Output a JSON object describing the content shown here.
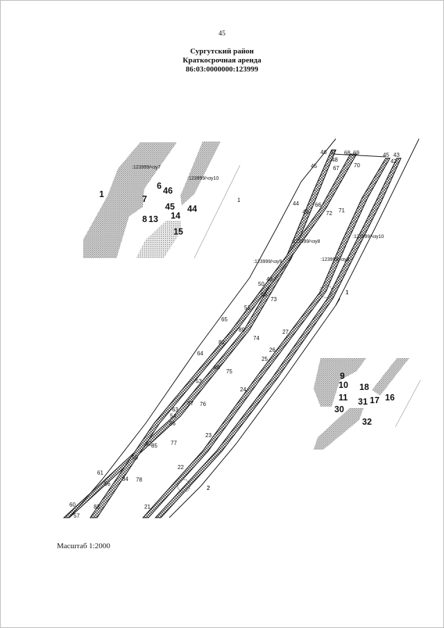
{
  "page": {
    "number": "45",
    "district": "Сургутский район",
    "lease_type": "Краткосрочная аренда",
    "cadastral_number": "86:03:0000000:123999",
    "scale": "Масштаб 1:2000"
  },
  "map": {
    "parcel_labels": {
      "chzu7_block": ":123999/чзу7",
      "chzu10_block": ":123999/чзу10",
      "chzu8_strip": ":123999/чзу8",
      "chzu9_strip": ":123999/чзу9",
      "chzu10_strip": ":123999/чзу10",
      "chzu9_strip_b": ":123999/чзу9"
    },
    "contour_labels": {
      "c1_left": "1",
      "c1_mid": "1",
      "c1_right": "1",
      "c2": "2"
    },
    "bold_points": [
      "1",
      "6",
      "46",
      "7",
      "45",
      "44",
      "8",
      "13",
      "14",
      "15",
      "9",
      "10",
      "18",
      "11",
      "31",
      "17",
      "16",
      "30",
      "32"
    ],
    "line_points": [
      "46",
      "47",
      "48",
      "68",
      "69",
      "45",
      "43",
      "42",
      "45",
      "67",
      "70",
      "44",
      "66",
      "49",
      "71",
      "72",
      "43",
      "50",
      "65",
      "73",
      "51",
      "65",
      "89",
      "74",
      "82",
      "64",
      "88",
      "75",
      "53",
      "63",
      "54",
      "87",
      "76",
      "86",
      "62",
      "85",
      "77",
      "55",
      "61",
      "84",
      "78",
      "56",
      "60",
      "57",
      "83",
      "27",
      "26",
      "25",
      "24",
      "23",
      "22",
      "21",
      "2",
      "1"
    ]
  }
}
